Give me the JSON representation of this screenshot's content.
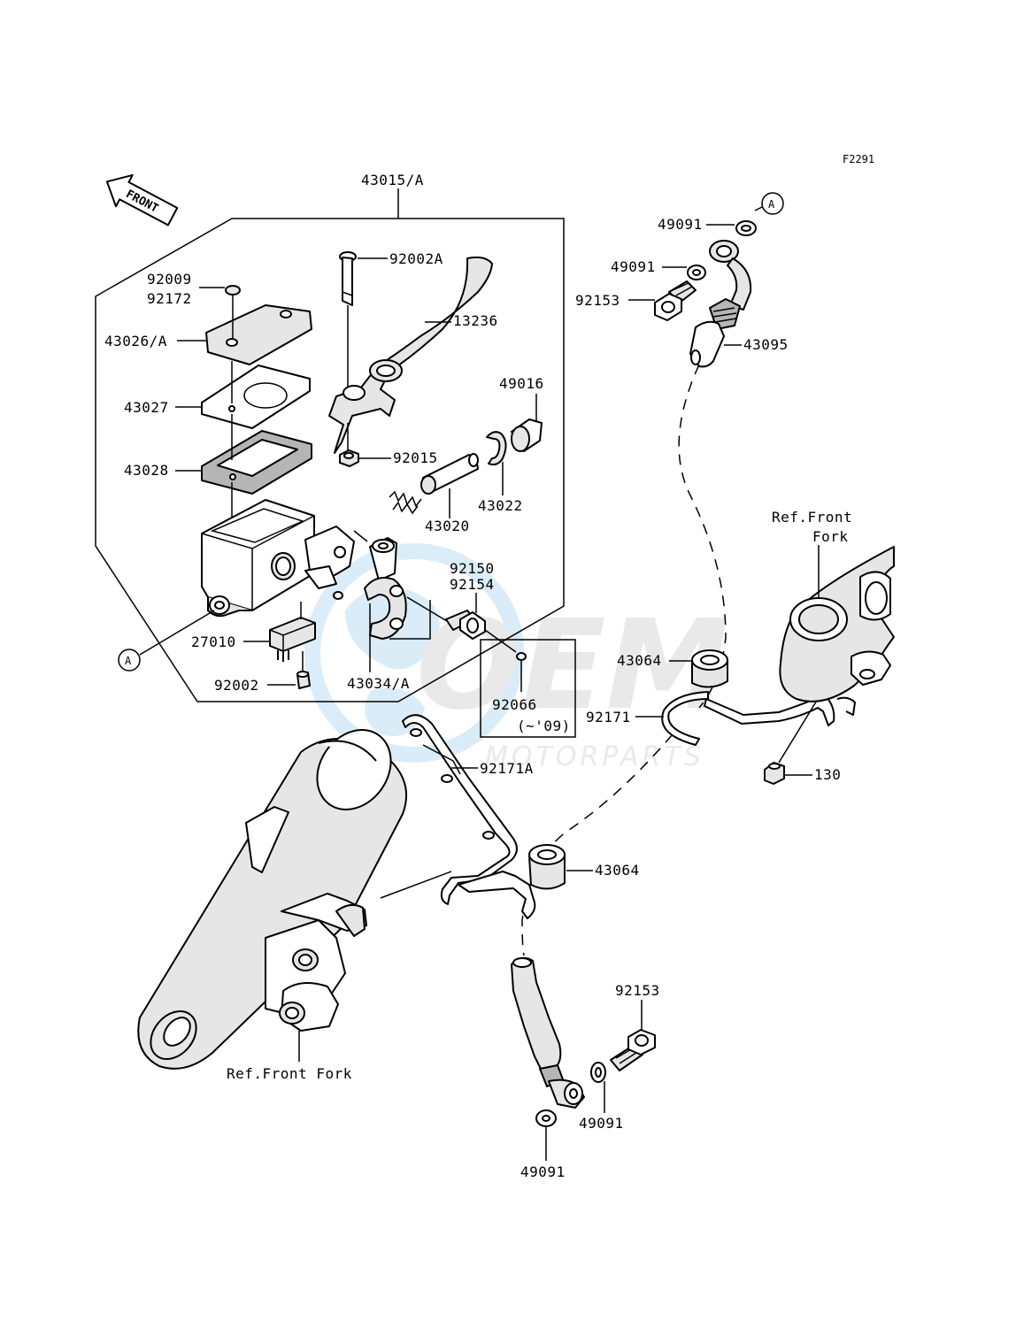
{
  "figure_code": "F2291",
  "front_marker": "FRONT",
  "ref_a": "A",
  "watermark": {
    "brand": "OEM",
    "sub": "MOTORPARTS",
    "colors": {
      "blue": "#3a9ad9",
      "grey": "#8a8a8a"
    }
  },
  "callouts": {
    "master_cylinder": "43015/A",
    "screw": "92009",
    "screw_alt": "92172",
    "reservoir_cap": "43026/A",
    "plate": "43027",
    "diaphragm": "43028",
    "pivot_bolt": "92002A",
    "lever": "13236",
    "nut": "92015",
    "boot": "49016",
    "circlip": "43022",
    "piston_set": "43020",
    "bolt_a": "92150",
    "bolt_b": "92154",
    "switch": "27010",
    "switch_screw": "92002",
    "clamp": "43034/A",
    "spring_pin": "92066",
    "date_note": "(~'09)",
    "washer_top": "49091",
    "washer_mid": "49091",
    "banjo_bolt_top": "92153",
    "brake_hose": "43095",
    "grommet_upper": "43064",
    "clamp_92171": "92171",
    "bracket": "92171A",
    "bolt_130": "130",
    "grommet_lower": "43064",
    "banjo_bolt_bottom": "92153",
    "washer_bottom_right": "49091",
    "washer_bottom_left": "49091",
    "ref_front_fork_bottom": "Ref.Front Fork",
    "ref_front_fork_top_1": "Ref.Front",
    "ref_front_fork_top_2": "Fork"
  }
}
